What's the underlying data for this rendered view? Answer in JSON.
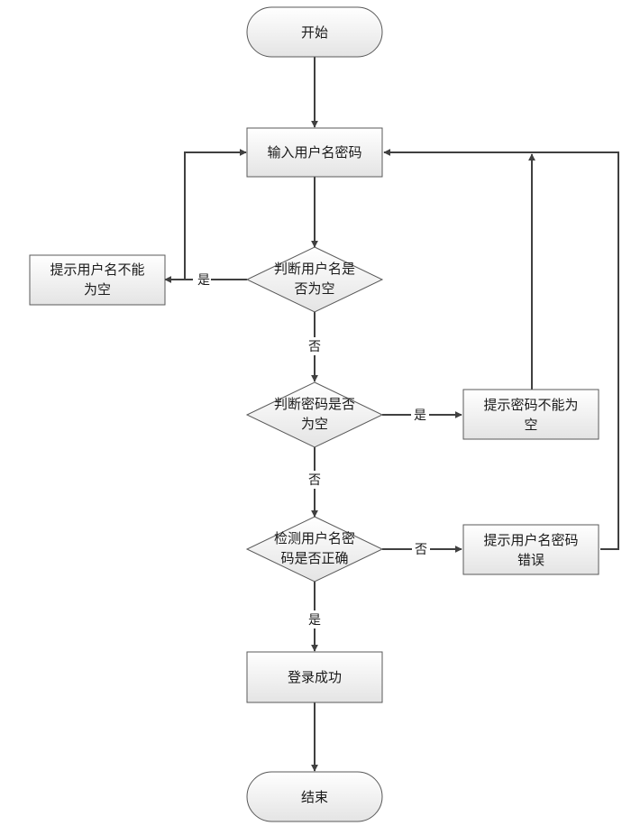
{
  "nodes": {
    "start": "开始",
    "input": "输入用户名密码",
    "check_user_l1": "判断用户名是",
    "check_user_l2": "否为空",
    "prompt_user_l1": "提示用户名不能",
    "prompt_user_l2": "为空",
    "check_pwd_l1": "判断密码是否",
    "check_pwd_l2": "为空",
    "prompt_pwd_l1": "提示密码不能为",
    "prompt_pwd_l2": "空",
    "verify_l1": "检测用户名密",
    "verify_l2": "码是否正确",
    "prompt_err_l1": "提示用户名密码",
    "prompt_err_l2": "错误",
    "success": "登录成功",
    "end": "结束"
  },
  "edges": {
    "user_empty_yes": "是",
    "user_empty_no": "否",
    "pwd_empty_yes": "是",
    "pwd_empty_no": "否",
    "verify_no": "否",
    "verify_yes": "是"
  },
  "colors": {
    "shape_fill_top": "#ffffff",
    "shape_fill_bottom": "#e6e6e6",
    "stroke": "#595959",
    "line": "#404040"
  }
}
